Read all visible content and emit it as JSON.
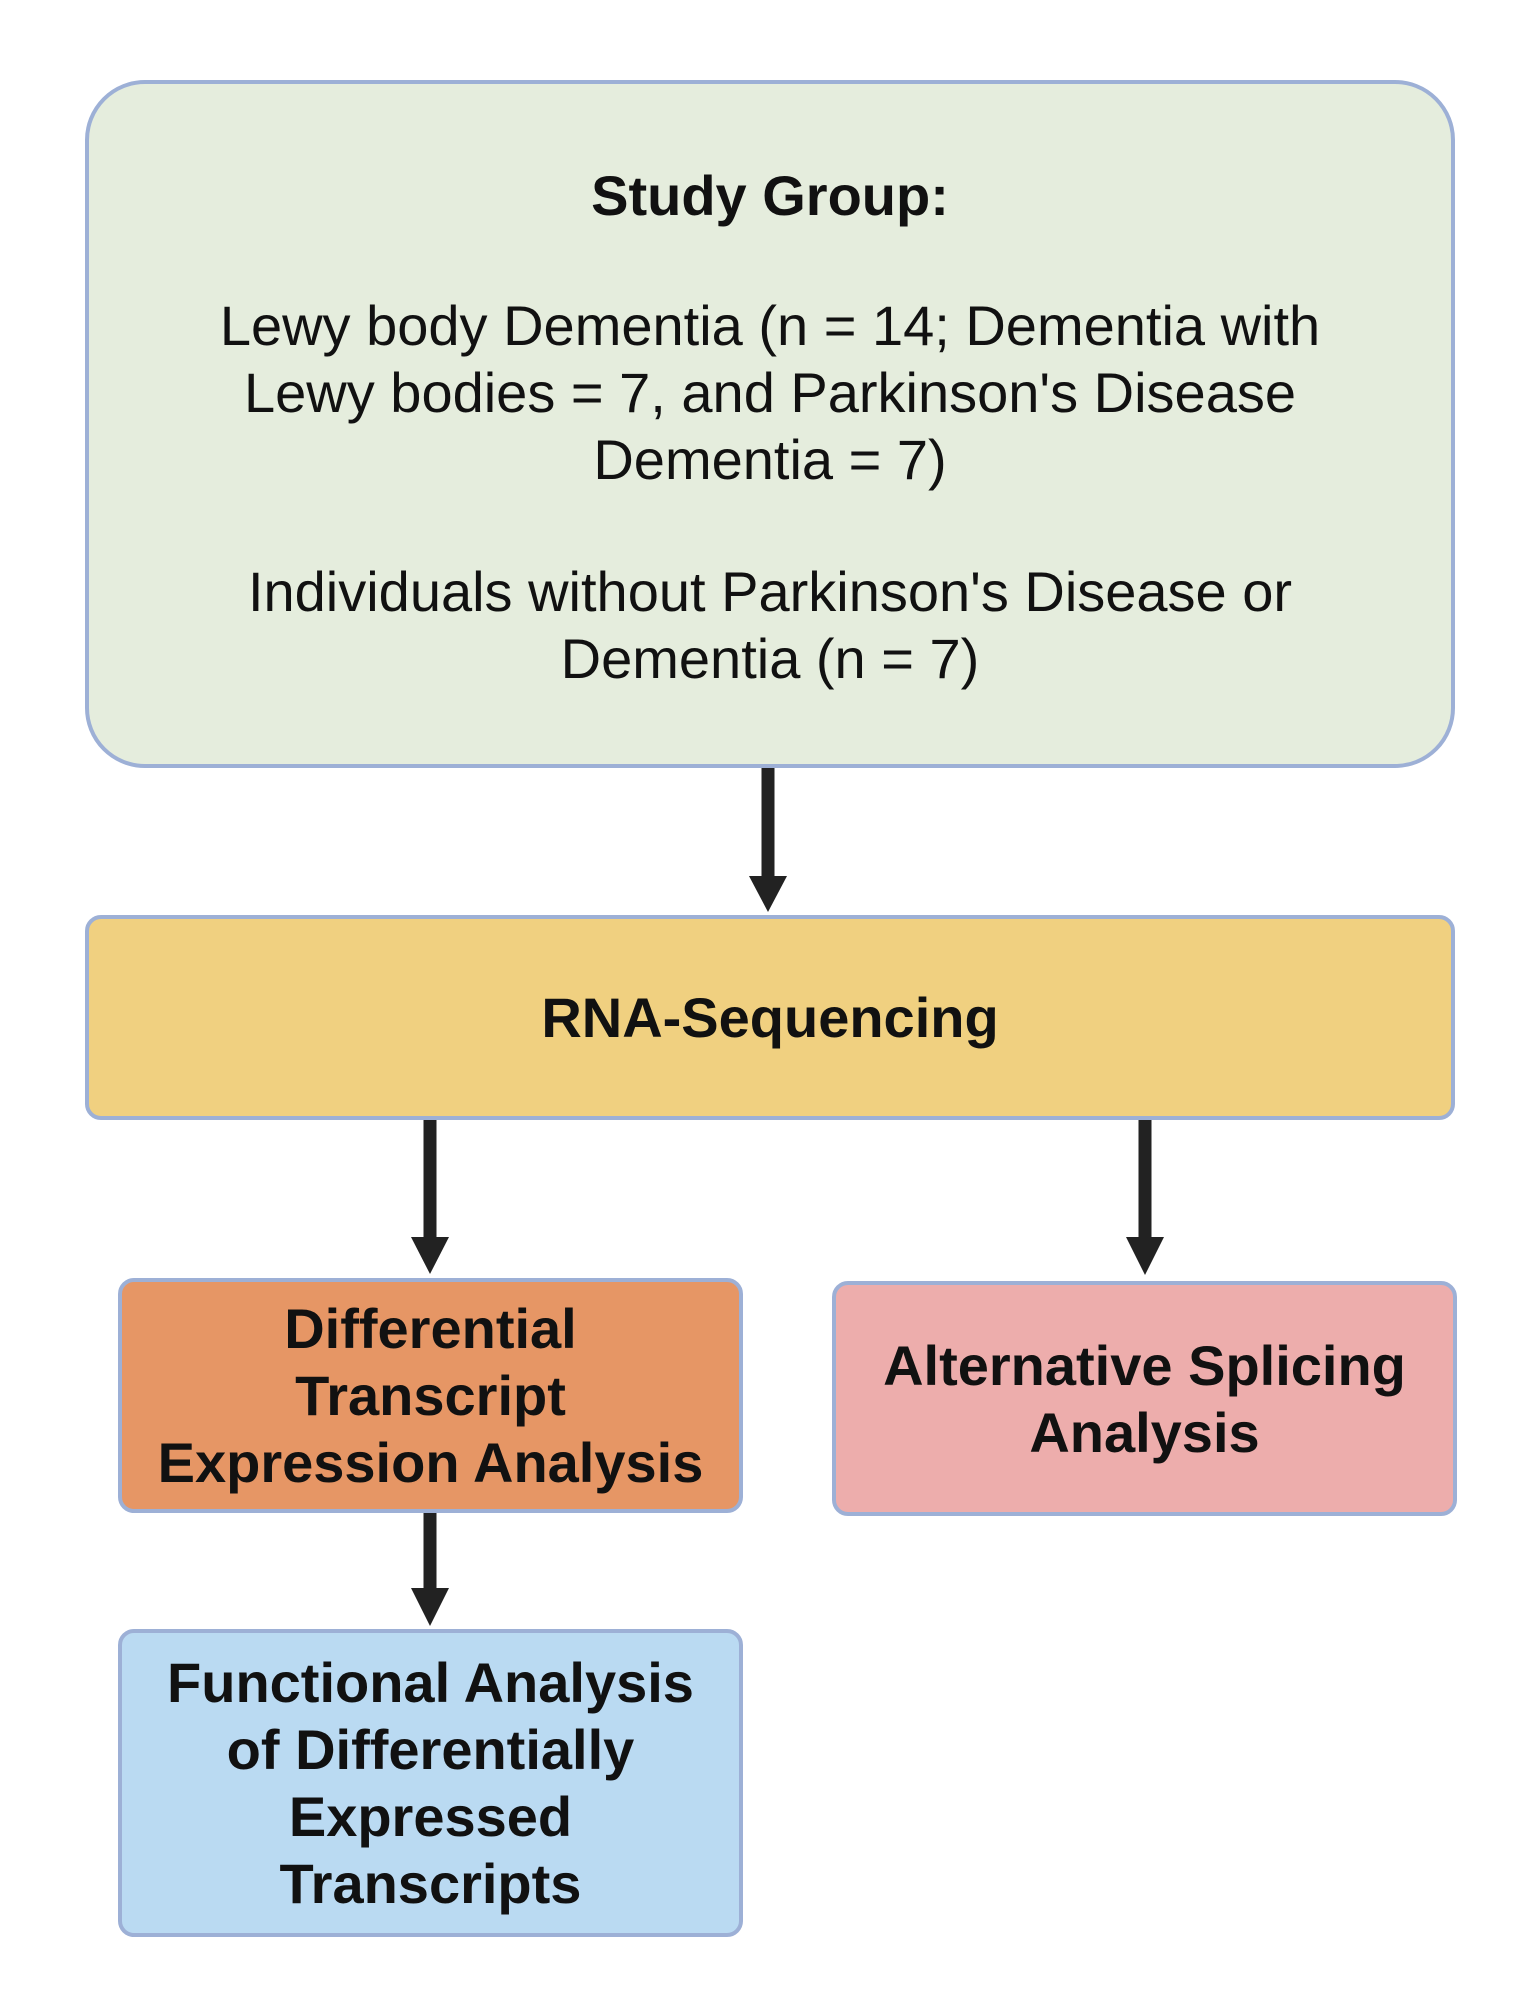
{
  "study_group": {
    "title": "Study Group:",
    "paragraph_1": "Lewy body Dementia (n = 14; Dementia with Lewy bodies = 7, and Parkinson's Disease Dementia = 7)",
    "paragraph_2": "Individuals without Parkinson's Disease or Dementia (n = 7)",
    "fill": "#e5eddd"
  },
  "rna_sequencing": {
    "label": "RNA-Sequencing",
    "fill": "#f0d080"
  },
  "differential_expression": {
    "lines": [
      "Differential",
      "Transcript",
      "Expression Analysis"
    ],
    "fill": "#e69665"
  },
  "alternative_splicing": {
    "lines": [
      "Alternative Splicing",
      "Analysis"
    ],
    "fill": "#edadac"
  },
  "functional_analysis": {
    "lines": [
      "Functional Analysis",
      "of Differentially",
      "Expressed",
      "Transcripts"
    ],
    "fill": "#badaf2"
  },
  "colors": {
    "border": "#9db0d6",
    "arrow": "#222222"
  }
}
